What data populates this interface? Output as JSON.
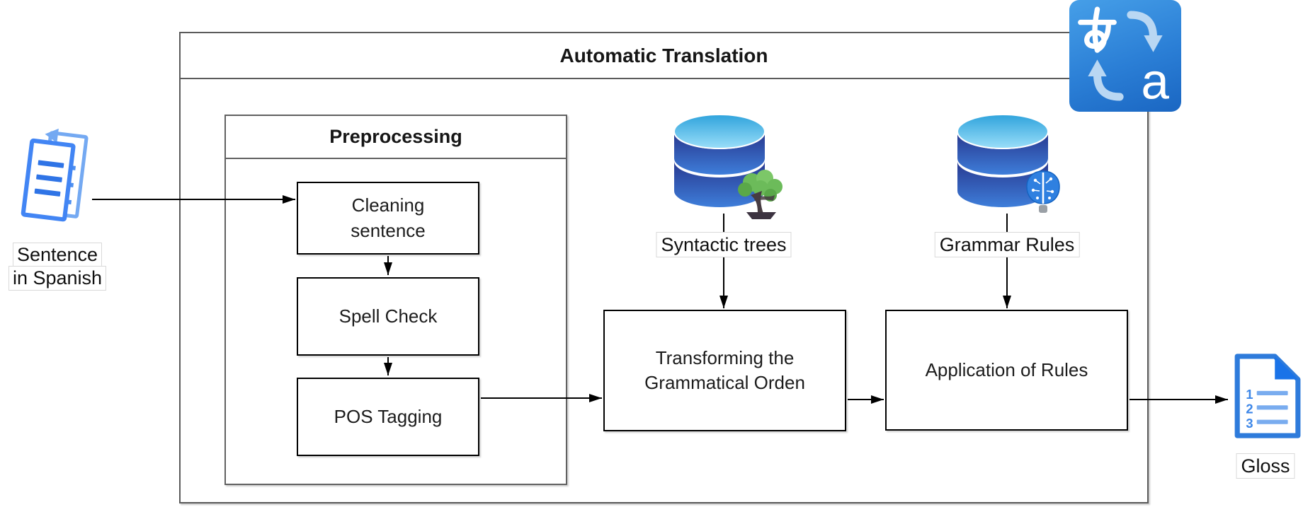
{
  "title": "Automatic Translation",
  "input": {
    "icon": "document-pages-icon",
    "label_lines": [
      "Sentence",
      "in Spanish"
    ]
  },
  "preprocessing": {
    "title": "Preprocessing",
    "steps": [
      {
        "label": "Cleaning\nsentence"
      },
      {
        "label": "Spell Check"
      },
      {
        "label": "POS Tagging"
      }
    ]
  },
  "resources": [
    {
      "label": "Syntactic trees",
      "icon": "database-icon",
      "badge_icon": "bonsai-tree-icon"
    },
    {
      "label": "Grammar Rules",
      "icon": "database-icon",
      "badge_icon": "digital-brain-icon"
    }
  ],
  "processes": [
    {
      "label": "Transforming the\nGrammatical Orden"
    },
    {
      "label": "Application of Rules"
    }
  ],
  "output": {
    "label": "Gloss",
    "icon": "numbered-document-icon"
  },
  "translate_badge": {
    "icon": "translation-icon",
    "glyph_top": "あ",
    "glyph_bottom": "a"
  },
  "colors": {
    "outer_border": "#5b5b5b",
    "node_border": "#000000",
    "arrow": "#000000",
    "icon_blue": "#4285f4",
    "doc_border_blue": "#2e7bdb",
    "translate_bg_top": "#469fe8",
    "translate_bg_bottom": "#1a66c2",
    "db_top_light": "#9adef9",
    "db_top_deep": "#2fa3dc",
    "db_body_dark": "#28388f",
    "db_body_mid": "#3e7eda",
    "label_border": "#d9d9d9"
  }
}
